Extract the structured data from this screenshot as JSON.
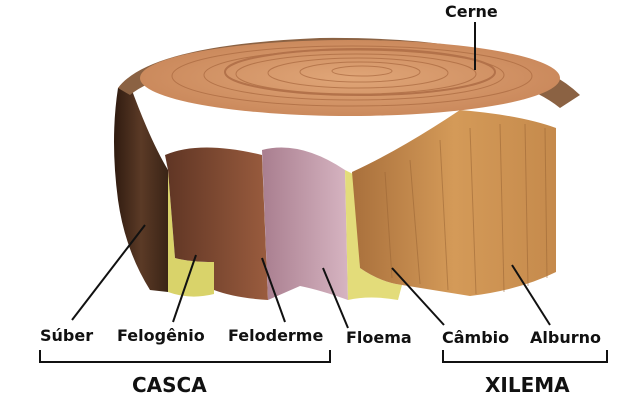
{
  "labels": {
    "cerne": "Cerne",
    "suber": "Súber",
    "felogenio": "Felogênio",
    "feloderme": "Feloderme",
    "floema": "Floema",
    "cambio": "Câmbio",
    "alburno": "Alburno",
    "casca": "CASCA",
    "xilema": "XILEMA"
  },
  "colors": {
    "bark": "#4a2d1c",
    "felogenio": "#d9d36a",
    "feloderme": "#7e4b34",
    "floema": "#c59aa9",
    "cambio": "#e3dc7a",
    "alburno": "#c48a4b",
    "heartwood_top": "#cf9063"
  }
}
